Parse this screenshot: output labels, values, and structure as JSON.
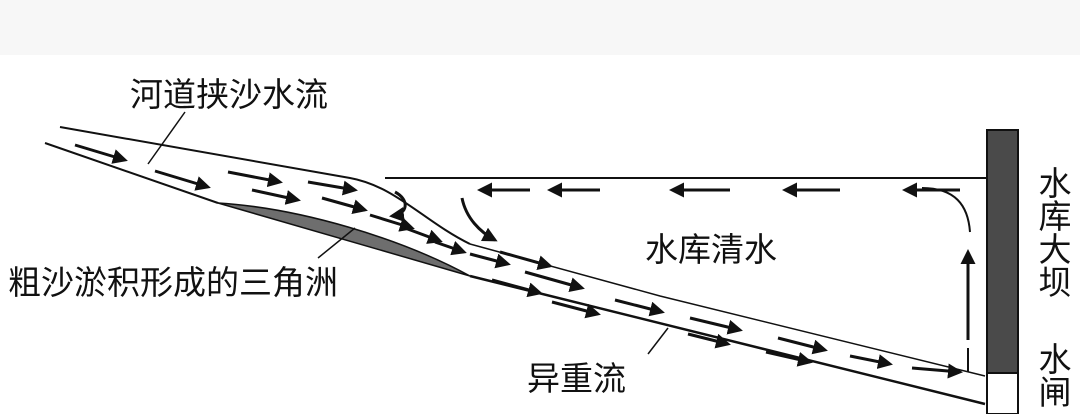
{
  "labels": {
    "channel_flow": "河道挟沙水流",
    "delta": "粗沙淤积形成的三角洲",
    "reservoir_water": "水库清水",
    "density_current": "异重流",
    "dam": "水库大坝",
    "sluice": "水闸"
  },
  "colors": {
    "line": "#111111",
    "delta_fill": "#6e6e6e",
    "dam_fill": "#4a4a4a"
  }
}
